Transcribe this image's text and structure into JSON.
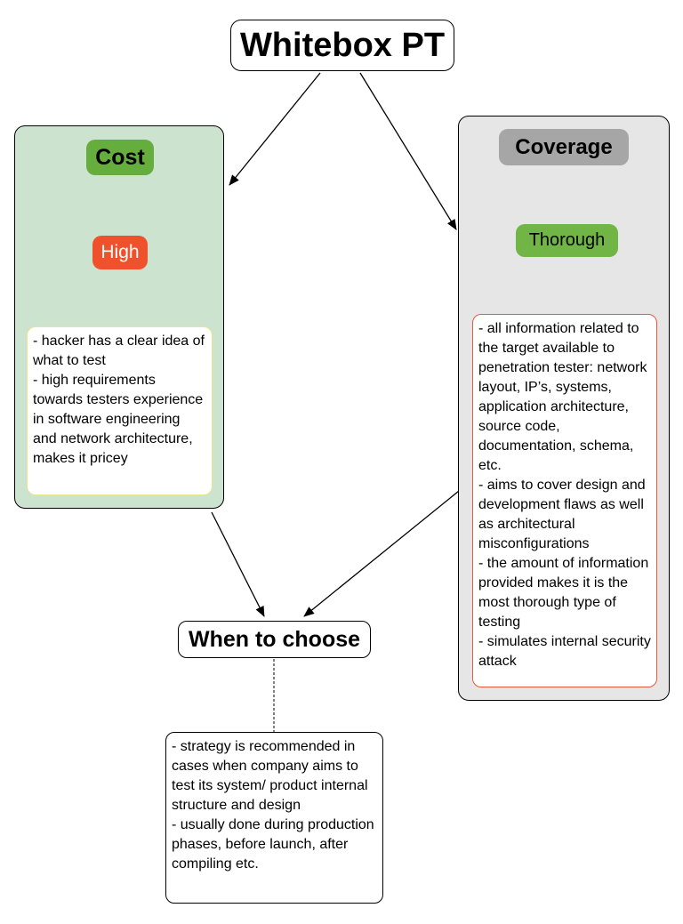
{
  "diagram": {
    "title": "Whitebox PT",
    "cost": {
      "label": "Cost",
      "level": "High",
      "description": "- hacker has a clear idea of what to test\n- high requirements towards testers experience in software engineering and network architecture, makes it pricey"
    },
    "coverage": {
      "label": "Coverage",
      "level": "Thorough",
      "description": "- all information related to the target available to penetration tester: network layout, IP’s, systems, application architecture, source code, documentation, schema, etc.\n- aims to cover design and development flaws as well as architectural misconfigurations\n- the amount of information provided makes it is the most thorough type of testing\n- simulates internal security attack"
    },
    "when_to_choose": {
      "label": "When to choose",
      "description": "- strategy is recommended in cases when company aims to test its system/ product internal structure and design\n- usually done during production phases, before launch, after compiling etc."
    },
    "colors": {
      "cost_panel": "#cce3cf",
      "coverage_panel": "#e6e6e6",
      "cost_pill": "#65ad3d",
      "high_pill": "#f0512d",
      "coverage_pill": "#a6a6a6",
      "thorough_pill": "#70b545",
      "coverage_text_border": "#e8583a",
      "cost_text_border": "#e6e68a"
    }
  }
}
